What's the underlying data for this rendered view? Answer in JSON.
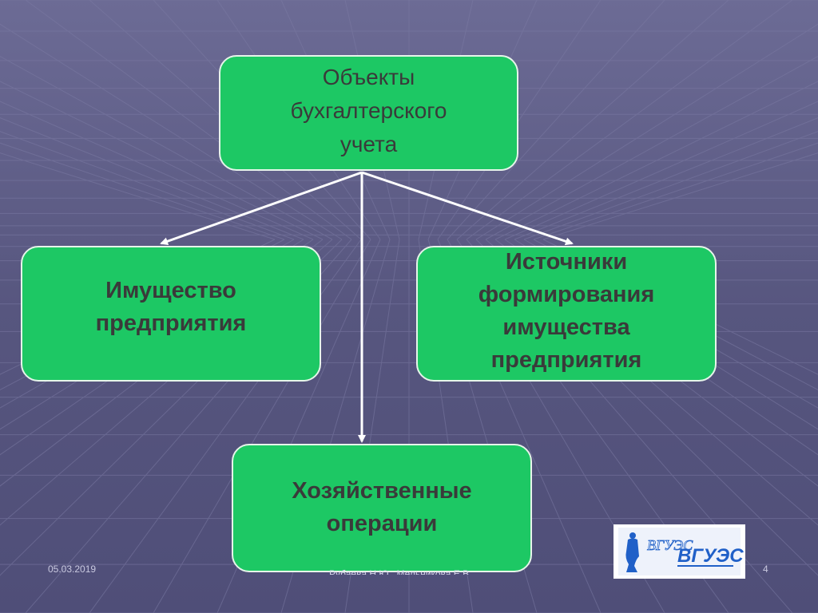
{
  "diagram": {
    "root": {
      "label": "Объекты\nбухгалтерского\nучета"
    },
    "children": [
      {
        "label": "Имущество\nпредприятия"
      },
      {
        "label": "Источники\nформирования\nимущества\nпредприятия"
      },
      {
        "label": "Хозяйственные\nоперации"
      }
    ]
  },
  "footer": {
    "date": "05.03.2019",
    "author": "Рубаева Н.Ю., Мельникова Е.В.",
    "page": "4"
  },
  "logo": {
    "text_light": "ВГУЭС",
    "text_bold": "ВГУЭС"
  },
  "colors": {
    "background": "#5f5e88",
    "box_fill": "#1dc864",
    "box_border": "#e6f5ea",
    "arrow": "#ffffff",
    "logo_blue": "#2060c8"
  }
}
